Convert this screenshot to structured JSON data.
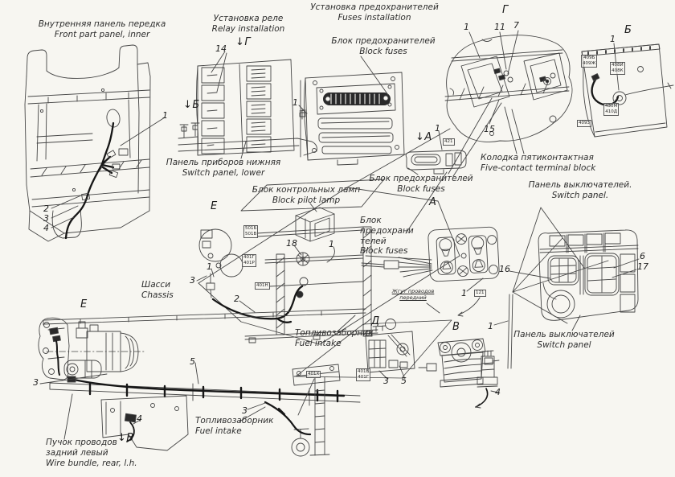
{
  "colors": {
    "bg": "#f7f6f1",
    "ink": "#454545",
    "cable": "#161616"
  },
  "titles": {
    "front_panel": {
      "ru": "Внутренняя панель передка",
      "en": "Front part panel, inner"
    },
    "relay": {
      "ru": "Установка реле",
      "en": "Relay installation"
    },
    "fuses": {
      "ru": "Установка предохранителей",
      "en": "Fuses installation"
    },
    "block_fuses_top": {
      "ru": "Блок предохранителей",
      "en": "Block fuses"
    },
    "switch_panel_lower": {
      "ru": "Панель приборов нижняя",
      "en": "Switch panel, lower"
    },
    "block_fuses_mid": {
      "ru": "Блок предохранителей",
      "en": "Block fuses"
    },
    "five_contact": {
      "ru": "Колодка пятиконтактная",
      "en": "Five-contact terminal block"
    },
    "switch_panel_title": {
      "ru": "Панель выключателей.",
      "en": "Switch panel."
    },
    "block_pilot_lamp": {
      "ru": "Блок контрольных ламп",
      "en": "Block pilot lamp"
    },
    "block_fuses_stacked": "Блок\nпредохрани\nтелей\nBlock fuses",
    "chassis": {
      "ru": "Шасси",
      "en": "Chassis"
    },
    "fuel_intake_mid": {
      "ru": "Топливозаборник",
      "en": "Fuel intake"
    },
    "switch_panel_bottom": {
      "ru": "Панель выключателей",
      "en": "Switch panel"
    },
    "fuel_intake_low": {
      "ru": "Топливозаборник",
      "en": "Fuel intake"
    },
    "wire_bundle": "Пучок проводов\nзадний левый\nWire bundle, rear, l.h.",
    "harness_note": "Жгут проводов\nпередний"
  },
  "callouts": [
    "14",
    "1",
    "2",
    "3",
    "4",
    "1",
    "1",
    "11",
    "7",
    "1",
    "15",
    "1",
    "18",
    "1",
    "1",
    "3",
    "2",
    "16",
    "6",
    "17",
    "1",
    "4",
    "1",
    "3",
    "5",
    "4",
    "3",
    "3",
    "5"
  ],
  "views": [
    "Г",
    "Б",
    "↓Г",
    "↓Б",
    "↓А",
    "А",
    "Е",
    "Е",
    "Д",
    "В",
    "↓В"
  ],
  "tags": [
    "501Б\n501В",
    "401Г\n401Р",
    "401Н",
    "401Х",
    "401В\n401Г",
    "421",
    "409Б\n409Ж",
    "408И\n408К",
    "430М\n410Д",
    "409З",
    "121"
  ]
}
